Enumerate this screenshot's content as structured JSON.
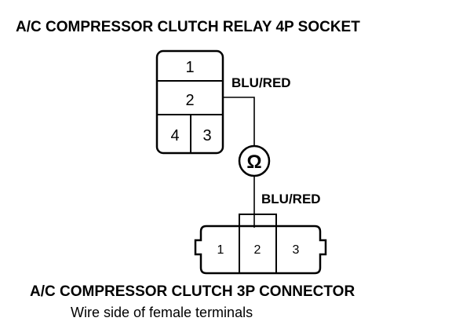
{
  "diagram": {
    "title_top": "A/C COMPRESSOR CLUTCH RELAY 4P SOCKET",
    "relay_socket": {
      "pins": [
        "1",
        "2",
        "4",
        "3"
      ]
    },
    "wire_label_top": "BLU/RED",
    "meter_symbol": "Ω",
    "wire_label_bottom": "BLU/RED",
    "connector": {
      "pins": [
        "1",
        "2",
        "3"
      ]
    },
    "title_bottom": "A/C COMPRESSOR CLUTCH 3P CONNECTOR",
    "subtitle_bottom": "Wire side of female terminals"
  }
}
